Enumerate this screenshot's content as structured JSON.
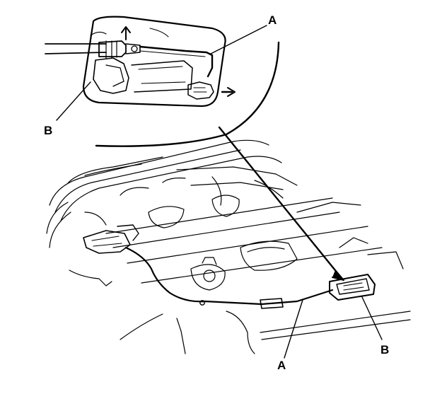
{
  "callouts": {
    "top_A": "A",
    "top_B": "B",
    "bottom_A": "A",
    "bottom_B": "B"
  },
  "colors": {
    "line": "#000000",
    "background": "#ffffff"
  }
}
